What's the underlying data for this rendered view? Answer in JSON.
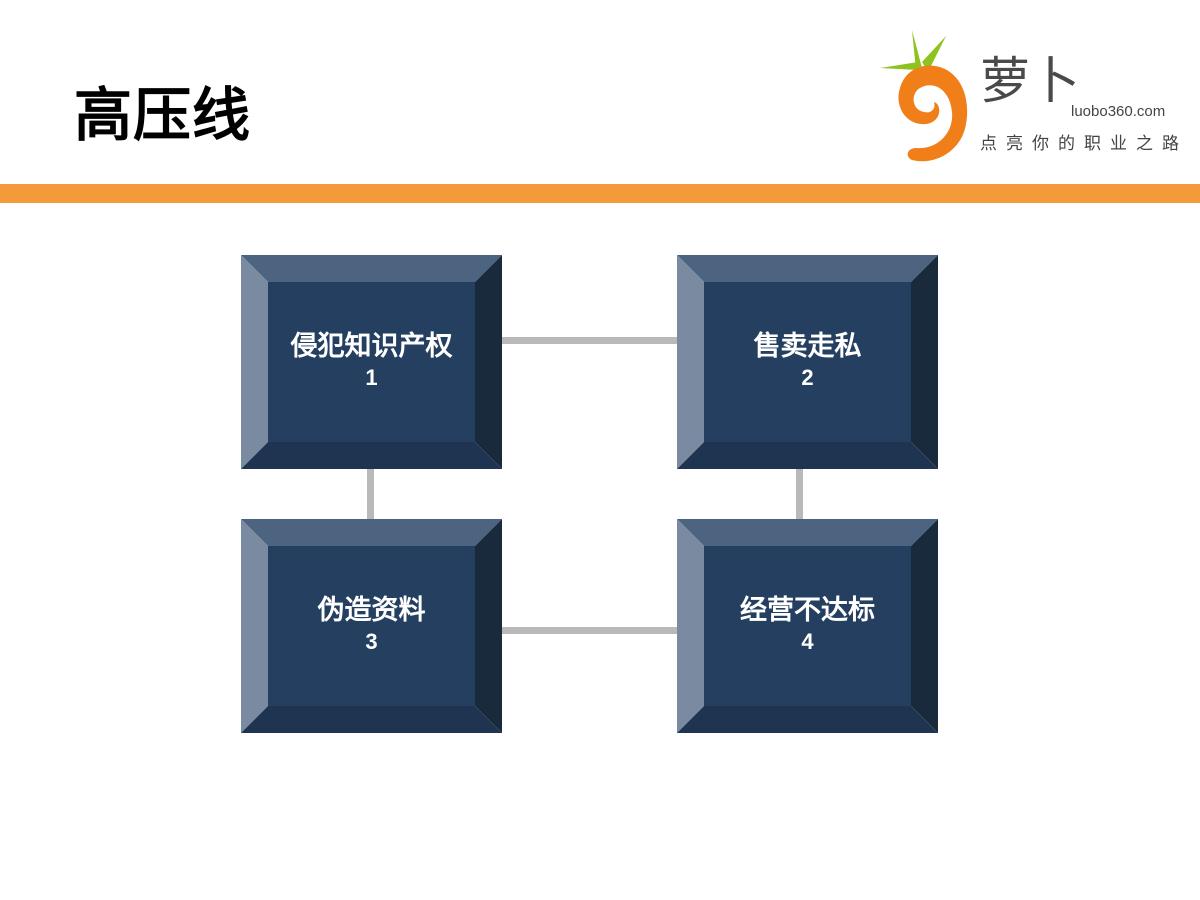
{
  "slide": {
    "title": "高压线"
  },
  "logo": {
    "name": "萝卜",
    "url": "luobo360.com",
    "slogan": "点亮你的职业之路",
    "colors": {
      "orange": "#f07f1a",
      "green": "#8dc21f"
    }
  },
  "theme": {
    "accent_bar": "#f59a3a",
    "box_face": "#243f60",
    "connector": "#b9b9b9"
  },
  "diagram": {
    "boxes": [
      {
        "label": "侵犯知识产权",
        "number": "1"
      },
      {
        "label": "售卖走私",
        "number": "2"
      },
      {
        "label": "伪造资料",
        "number": "3"
      },
      {
        "label": "经营不达标",
        "number": "4"
      }
    ]
  }
}
